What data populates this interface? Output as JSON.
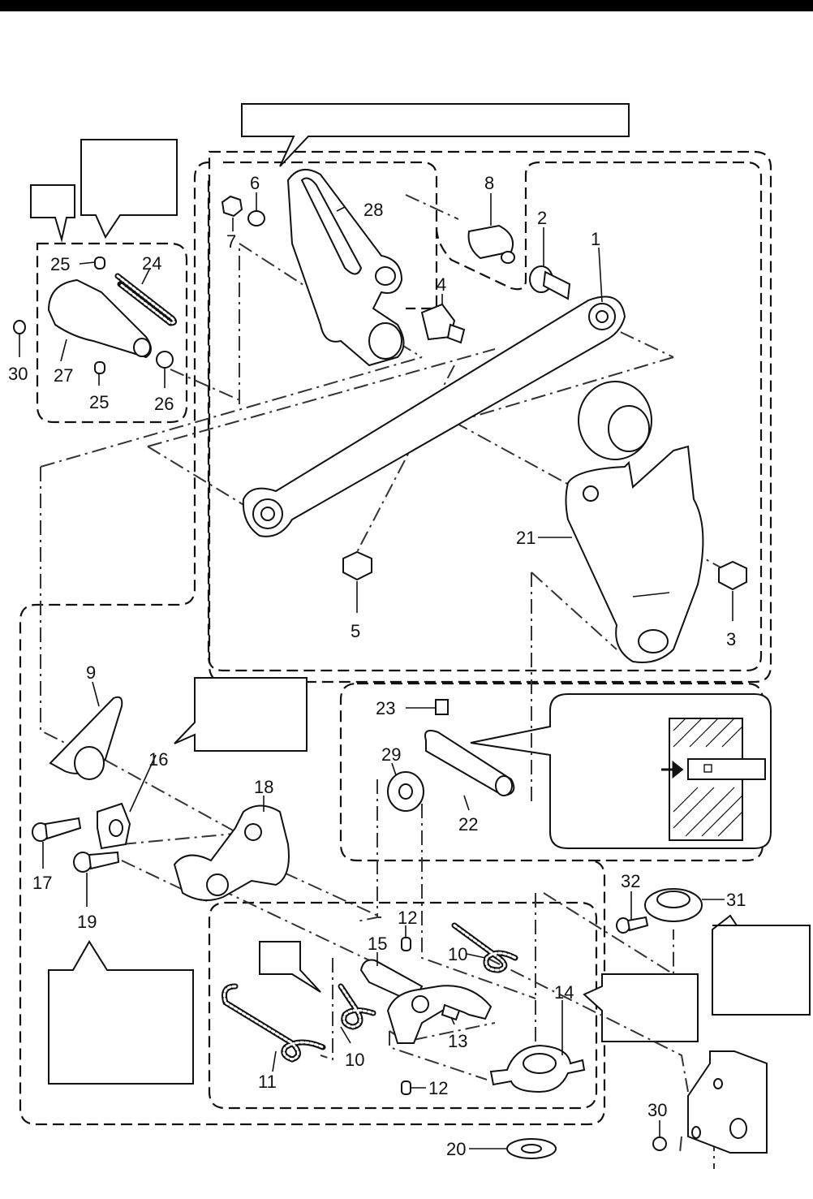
{
  "diagram": {
    "part_labels": [
      "1",
      "2",
      "3",
      "4",
      "5",
      "6",
      "7",
      "8",
      "9",
      "10",
      "10",
      "11",
      "12",
      "12",
      "13",
      "14",
      "15",
      "16",
      "17",
      "18",
      "19",
      "20",
      "21",
      "22",
      "23",
      "24",
      "25",
      "25",
      "26",
      "27",
      "28",
      "29",
      "30",
      "30",
      "31",
      "32"
    ]
  },
  "colors": {
    "ink": "#111111",
    "background": "#ffffff"
  }
}
